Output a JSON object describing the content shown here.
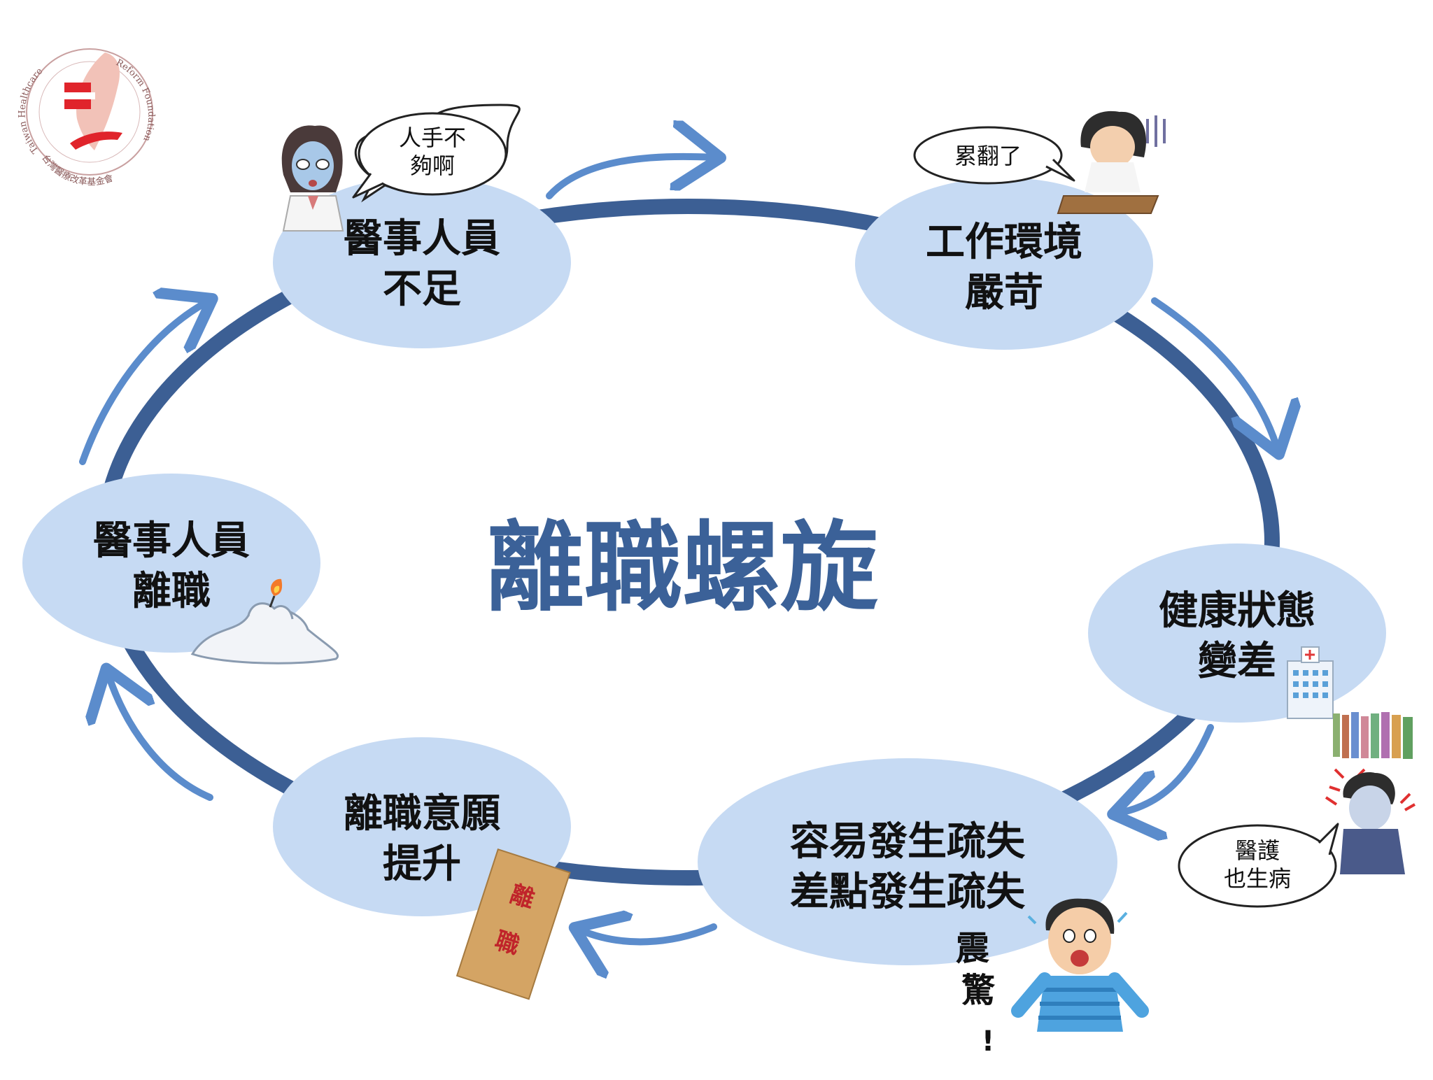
{
  "title": "離職螺旋",
  "nodes": [
    {
      "id": "staff-shortage",
      "lines": [
        "醫事人員",
        "不足"
      ],
      "bubble": [
        "人手不",
        "夠啊"
      ]
    },
    {
      "id": "harsh-environment",
      "lines": [
        "工作環境",
        "嚴苛"
      ],
      "bubble": [
        "累翻了"
      ]
    },
    {
      "id": "health-decline",
      "lines": [
        "健康狀態",
        "變差"
      ],
      "bubble": [
        "醫護",
        "也生病"
      ]
    },
    {
      "id": "errors",
      "lines": [
        "容易發生疏失",
        "差點發生疏失"
      ],
      "bubble": [
        "震",
        "驚",
        "!"
      ]
    },
    {
      "id": "intent-to-leave",
      "lines": [
        "離職意願",
        "提升"
      ],
      "bubble": [
        "離",
        "職"
      ]
    },
    {
      "id": "staff-leave",
      "lines": [
        "醫事人員",
        "離職"
      ],
      "bubble": []
    }
  ],
  "logo": {
    "text_top": "Taiwan Healthcare",
    "text_right": "Reform Foundation",
    "text_bottom": "台灣醫療改革基金會"
  },
  "colors": {
    "ellipse": "#c6daf3",
    "ring": "#3c5f94",
    "arrow": "#5b8ccc",
    "title": "#3b6198"
  }
}
